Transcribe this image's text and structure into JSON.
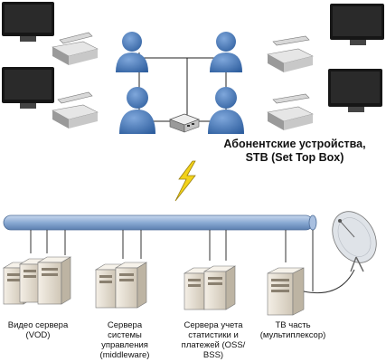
{
  "subscriber": {
    "title_line1": "Абонентские устройства,",
    "title_line2": "STB (Set Top Box)"
  },
  "servers": [
    {
      "line1": "Видео сервера",
      "line2": "(VOD)",
      "line3": ""
    },
    {
      "line1": "Сервера",
      "line2": "системы",
      "line3": "управления",
      "line4": "(middleware)"
    },
    {
      "line1": "Сервера учета",
      "line2": "статистики и",
      "line3": "платежей (OSS/",
      "line4": "BSS)"
    },
    {
      "line1": "ТВ часть",
      "line2": "(мультиплексор)"
    }
  ],
  "colors": {
    "person": "#3b6fb0",
    "backbone": "#7fa2cc",
    "lightning": "#f2d21a",
    "server": "#e9e3d8",
    "tv": "#141414"
  },
  "icons": [
    "tv-icon",
    "remote-icon",
    "set-top-box-icon",
    "user-icon",
    "switch-icon",
    "lightning-icon",
    "server-icon",
    "satellite-dish-icon"
  ]
}
